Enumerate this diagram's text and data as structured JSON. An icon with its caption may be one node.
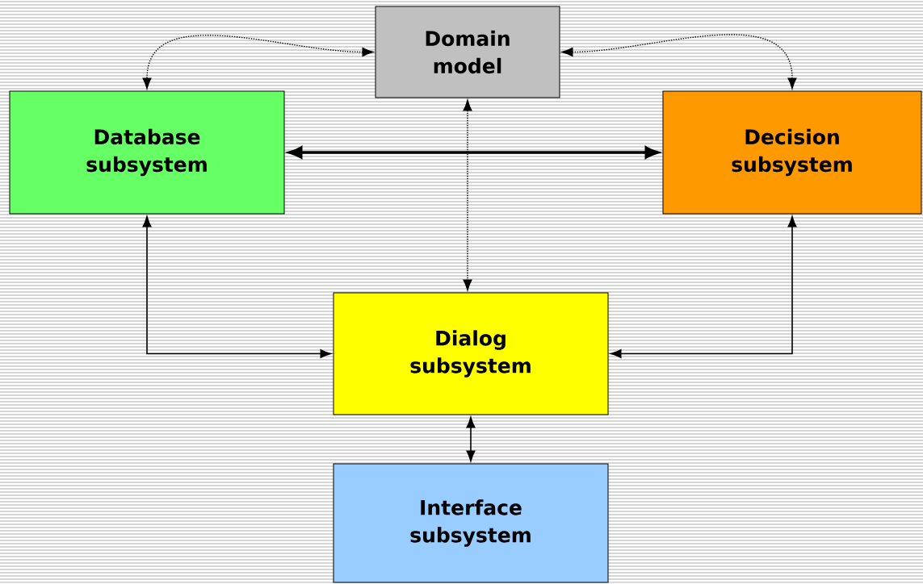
{
  "diagram": {
    "nodes": [
      {
        "text": [
          "Domain model"
        ]
      },
      {
        "text": [
          "Database subsystem"
        ]
      },
      {
        "text": [
          "Decision subsystem"
        ]
      },
      {
        "text": [
          "Dialog subsystem"
        ]
      },
      {
        "text": [
          "Interface subsystem"
        ]
      }
    ],
    "edges": [
      {
        "from": 0,
        "to": 1,
        "arrow": "both",
        "style": "dashed"
      },
      {
        "from": 0,
        "to": 2,
        "arrow": "both",
        "style": "dashed"
      },
      {
        "from": 1,
        "to": 2,
        "arrow": "both",
        "style": "thick"
      },
      {
        "from": 0,
        "to": 3,
        "arrow": "both",
        "style": "dashed"
      },
      {
        "from": 1,
        "to": 3,
        "arrow": "both"
      },
      {
        "from": 2,
        "to": 3,
        "arrow": "both"
      },
      {
        "from": 3,
        "to": 4,
        "arrow": "both"
      }
    ]
  }
}
